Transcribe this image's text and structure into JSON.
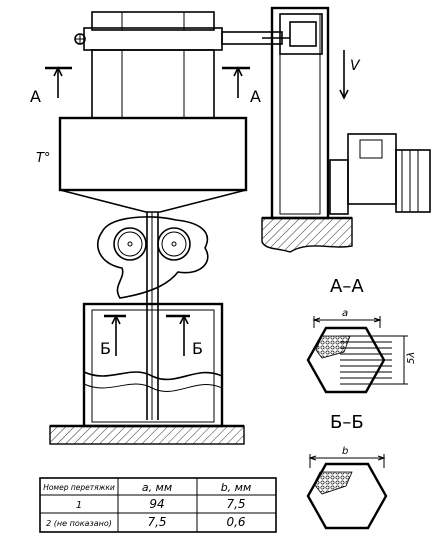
{
  "labels": {
    "section_a_left": "A",
    "section_a_right": "A",
    "temperature": "T°",
    "velocity": "V",
    "section_b_left": "Б",
    "section_b_right": "Б",
    "section_aa_title": "A–A",
    "section_bb_title": "Б–Б",
    "dim_a": "a",
    "dim_b": "b",
    "dim_side": "5λ"
  },
  "table": {
    "headers": [
      "Номер перетяжки",
      "a, мм",
      "b, мм"
    ],
    "rows": [
      [
        "1",
        "94",
        "7,5"
      ],
      [
        "2 (не показано)",
        "7,5",
        "0,6"
      ]
    ]
  }
}
